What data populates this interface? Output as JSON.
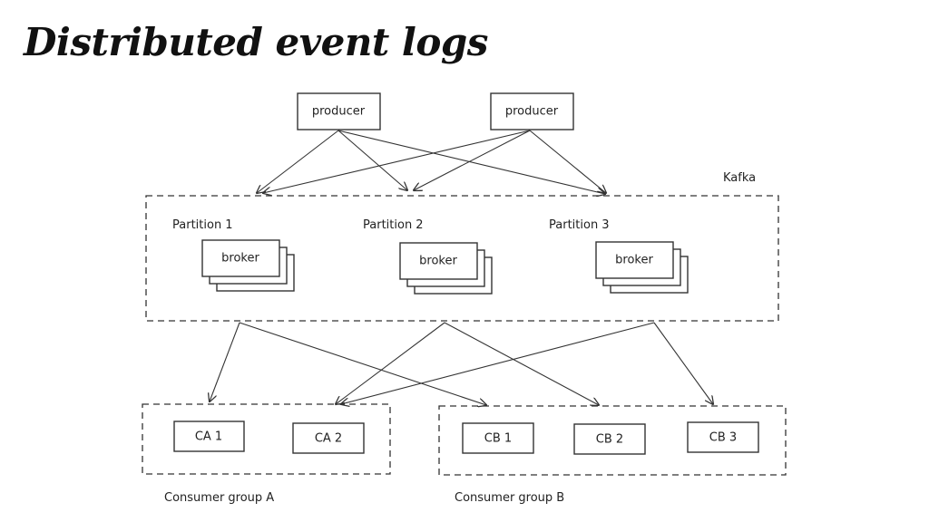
{
  "title": "Distributed event logs",
  "producers": [
    "producer",
    "producer"
  ],
  "cluster": {
    "label": "Kafka",
    "partitions": [
      {
        "label": "Partition 1",
        "broker": "broker"
      },
      {
        "label": "Partition 2",
        "broker": "broker"
      },
      {
        "label": "Partition 3",
        "broker": "broker"
      }
    ]
  },
  "consumer_groups": [
    {
      "label": "Consumer group A",
      "consumers": [
        "CA 1",
        "CA 2"
      ]
    },
    {
      "label": "Consumer group B",
      "consumers": [
        "CB 1",
        "CB 2",
        "CB 3"
      ]
    }
  ]
}
